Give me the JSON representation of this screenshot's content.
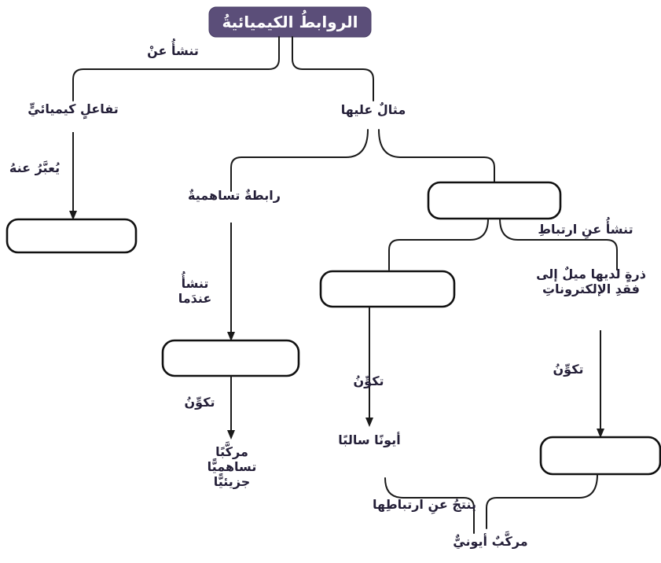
{
  "diagram": {
    "title_node": {
      "label": "الروابطُ الكيميائيةُ",
      "fill_color": "#5b4e79",
      "text_color": "#ffffff"
    },
    "text_color": "#241f38",
    "line_color": "#1a1a1a",
    "box_fill": "#ffffff",
    "box_stroke": "#111111",
    "connector_labels": {
      "arises_from": "تنشأُ عنْ",
      "example_of": "مثالٌ عليها",
      "expressed_by": "يُعبَّرُ عنهُ",
      "arises_when": "تنشأُ\nعندَما",
      "forms_left": "تكوِّنُ",
      "forms_middle": "تكوِّنُ",
      "forms_right": "تكوِّنُ",
      "arises_from_bonding": "تنشأُ عنِ ارتباطِ",
      "results_from_bonding": "ينتجُ عنِ ارتباطِها"
    },
    "nodes": {
      "chemical_reaction": "تفاعلٍ كيميائيٍّ",
      "covalent_bond": "رابطةٌ تساهميةٌ",
      "atom_tends_to_lose_electrons": "ذرةٍ لديها ميلٌ إلى\nفقدِ الإلكتروناتِ",
      "molecular_covalent_compound": "مركَّبًا\nتساهميًّا\nجزيئيًّا",
      "negative_ion": "أيونًا سالبًا",
      "ionic_compound": "مركَّبٌ أيونيٌّ"
    },
    "blank_boxes": [
      {
        "id": "blank-box-1",
        "value": ""
      },
      {
        "id": "blank-box-2",
        "value": ""
      },
      {
        "id": "blank-box-3",
        "value": ""
      },
      {
        "id": "blank-box-4",
        "value": ""
      },
      {
        "id": "blank-box-5",
        "value": ""
      }
    ]
  }
}
